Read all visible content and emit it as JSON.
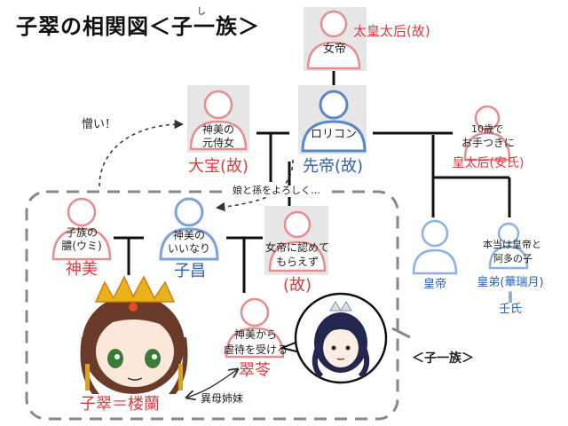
{
  "title": "子翠の相関図＜子一族＞",
  "title_ruby": "し",
  "colors": {
    "red": "#e0383c",
    "blue": "#2f62b3",
    "frame": "#888888",
    "shade": "#e6e6e6"
  },
  "nodes": {
    "jotei": {
      "inner": "女帝",
      "side": "太皇太后(故)"
    },
    "taiho": {
      "inner_1": "神美の",
      "inner_2": "元侍女",
      "name": "大宝(故)"
    },
    "sentei": {
      "inner": "ロリコン",
      "name": "先帝(故)"
    },
    "koutaigo": {
      "above_1": "10歳で",
      "above_2": "お手つきに",
      "name": "皇太后(安氏)"
    },
    "shenmei": {
      "inner_1": "子族の",
      "inner_2": "膿(ウミ)",
      "name": "神美"
    },
    "shishou": {
      "inner_1": "神美の",
      "inner_2": "いいなり",
      "name": "子昌"
    },
    "unnamed": {
      "inner_1": "女帝に認めて",
      "inner_2": "もらえず",
      "name": "(故)"
    },
    "suirei": {
      "inner_1": "神美から",
      "inner_2": "虐待を受ける",
      "name": "翠苓"
    },
    "koutei": {
      "name": "皇帝"
    },
    "koutei_brother": {
      "above_1": "本当は皇帝と",
      "above_2": "阿多の子",
      "name_1": "皇弟(華瑞月)",
      "name_2": "‖",
      "name_3": "壬氏"
    },
    "shisui": {
      "name": "子翠＝楼蘭"
    }
  },
  "annotations": {
    "nikui": "憎い！",
    "musume": "娘と孫をよろしく…",
    "ibo": "異母姉妹",
    "clan_label": "＜子一族＞"
  },
  "icons": [
    "person-icon",
    "dashed-arrow",
    "bracket-arrow"
  ]
}
